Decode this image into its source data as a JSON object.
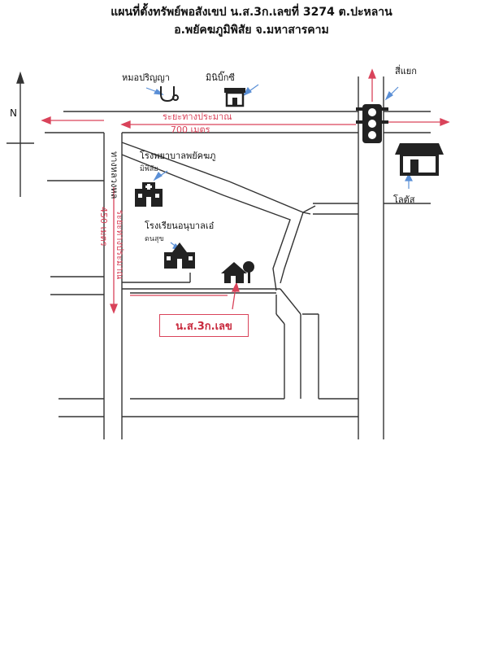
{
  "title_line1": "แผนที่ตั้งทรัพย์พอสังเขป น.ส.3ก.เลขที่ 3274 ต.ปะหลาน",
  "title_line2": "อ.พยัคฆภูมิพิสัย จ.มหาสารคาม",
  "north_label": "N",
  "landmarks": {
    "clinic": "หมอปริญญา",
    "minimart_top": "มินิบิ๊กซี",
    "intersection": "สี่แยก",
    "hospital": "โรงพยาบาลพยัคฆภู",
    "hospital_sub": "มิพิสัย",
    "school": "โรงเรียนอนุบาลเอ๋",
    "school_sub": "ดนสุข",
    "lotus": "โลตัส"
  },
  "distances": {
    "top_line1": "ระยะทางประมาณ",
    "top_line2": "700 เมตร",
    "side_road": "ทางหลวงหล",
    "side_line1": "ระยะทางประมาณ",
    "side_line2": "450 เมตร"
  },
  "plot_label": "น.ส.3ก.เลข",
  "colors": {
    "road": "#333333",
    "distance": "#d9435a",
    "arrow_blue": "#5a8fd6",
    "icon": "#222222"
  },
  "icons": [
    "stethoscope-icon",
    "shop-icon",
    "traffic-light-icon",
    "hospital-icon",
    "school-icon",
    "house-icon",
    "north-arrow-icon"
  ]
}
